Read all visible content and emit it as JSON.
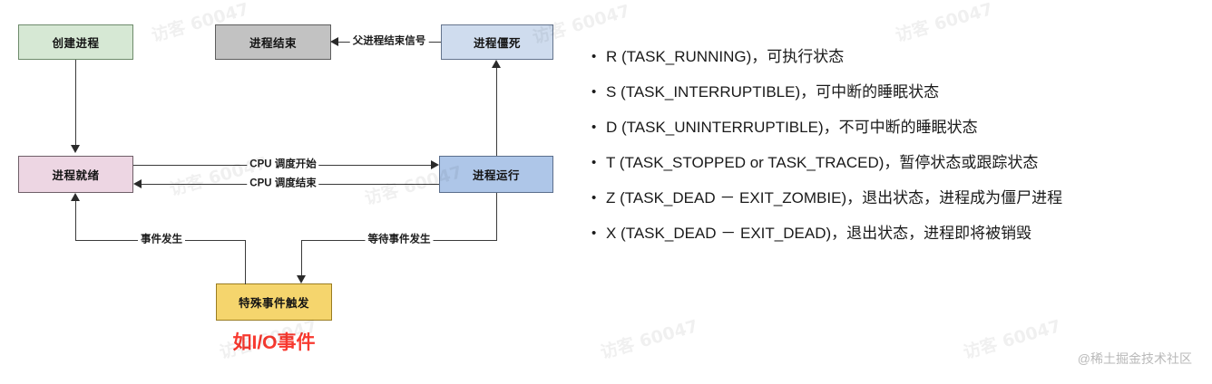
{
  "diagram": {
    "nodes": {
      "create": "创建进程",
      "end": "进程结束",
      "zombie": "进程僵死",
      "ready": "进程就绪",
      "running": "进程运行",
      "special_event": "特殊事件触发"
    },
    "edge_labels": {
      "parent_exit_signal": "父进程结束信号",
      "cpu_schedule_start": "CPU 调度开始",
      "cpu_schedule_end": "CPU 调度结束",
      "event_occurs": "事件发生",
      "wait_event": "等待事件发生"
    },
    "caption": "如I/O事件",
    "colors": {
      "create": "#d6e8d4",
      "end": "#c2c2c2",
      "zombie": "#cfdcee",
      "ready": "#edd6e3",
      "running": "#aec6e8",
      "special_event": "#f5d56d",
      "caption": "#f8392f"
    }
  },
  "states": [
    {
      "bullet": "•",
      "text": "R (TASK_RUNNING)，可执行状态"
    },
    {
      "bullet": "•",
      "text": "S (TASK_INTERRUPTIBLE)，可中断的睡眠状态"
    },
    {
      "bullet": "•",
      "text": "D (TASK_UNINTERRUPTIBLE)，不可中断的睡眠状态"
    },
    {
      "bullet": "•",
      "text": "T (TASK_STOPPED or TASK_TRACED)，暂停状态或跟踪状态"
    },
    {
      "bullet": "•",
      "text": "Z (TASK_DEAD － EXIT_ZOMBIE)，退出状态，进程成为僵尸进程"
    },
    {
      "bullet": "•",
      "text": "X (TASK_DEAD － EXIT_DEAD)，退出状态，进程即将被销毁"
    }
  ],
  "watermarks": [
    "访客 60047",
    "访客 60047",
    "访客 60047",
    "访客 60047",
    "访客 60047",
    "访客 60047",
    "访客 60047",
    "访客 60047"
  ],
  "brand": "@稀土掘金技术社区"
}
